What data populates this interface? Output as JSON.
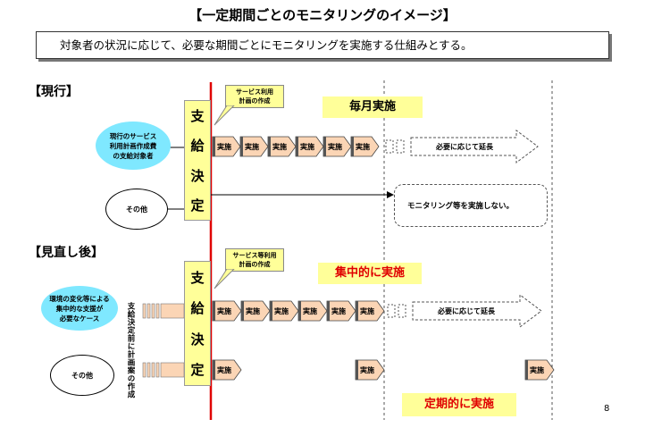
{
  "title": "【一定期間ごとのモニタリングのイメージ】",
  "summary": "対象者の状況に応じて、必要な期間ごとにモニタリングを実施する仕組みとする。",
  "current": {
    "section_label": "【現行】",
    "decision_label": [
      "支",
      "給",
      "決",
      "定"
    ],
    "callout": [
      "サービス利用",
      "計画の作成"
    ],
    "badge": "毎月実施",
    "group1": [
      "現行のサービス",
      "利用計画作成費",
      "の支給対象者"
    ],
    "group2": "その他",
    "cell_label": "実施",
    "extend_label": "必要に応じて延長",
    "no_monitoring": "モニタリング等を実施しない。"
  },
  "revised": {
    "section_label": "【見直し後】",
    "decision_label": [
      "支",
      "給",
      "決",
      "定"
    ],
    "callout": [
      "サービス等利用",
      "計画の作成"
    ],
    "badge_focus": "集中的に実施",
    "badge_regular": "定期的に実施",
    "group1": [
      "環境の変化等による",
      "集中的な支援が",
      "必要なケース"
    ],
    "group2": "その他",
    "pre_plan_note": "支給決定前に計画案の作成",
    "cell_label": "実施",
    "extend_label": "必要に応じて延長"
  },
  "page_number": "8",
  "colors": {
    "highlight_yellow": "#ffff99",
    "arrow_tan": "#fbd5b5",
    "red_line": "#e00000",
    "cyan": "#7fe8ff",
    "red_text": "#e00000"
  }
}
